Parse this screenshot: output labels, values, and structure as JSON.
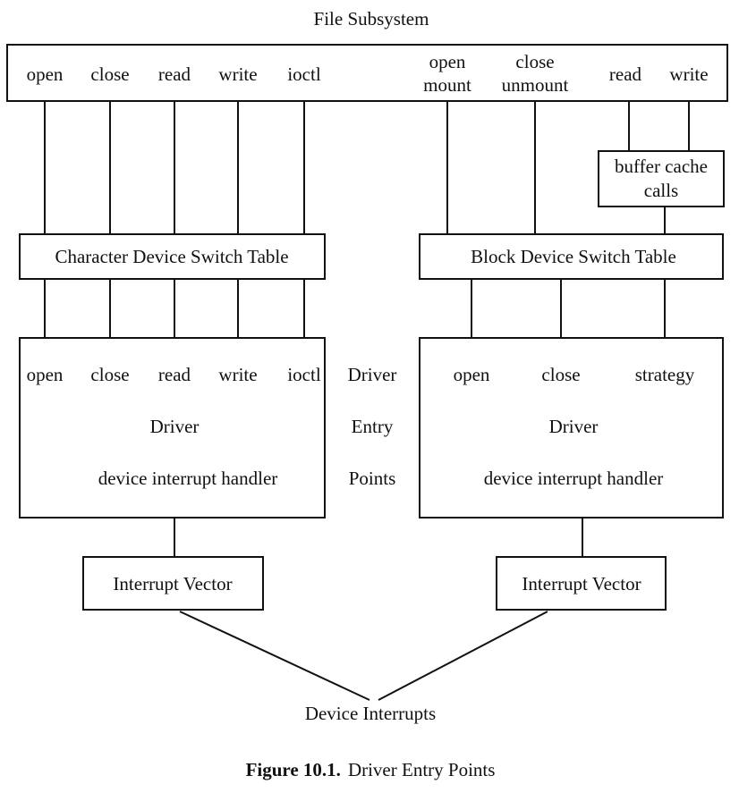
{
  "title": "File Subsystem",
  "file_subsystem": {
    "character_calls": [
      "open",
      "close",
      "read",
      "write",
      "ioctl"
    ],
    "block_calls": {
      "open_mount": [
        "open",
        "mount"
      ],
      "close_unmount": [
        "close",
        "unmount"
      ],
      "read": "read",
      "write": "write"
    }
  },
  "buffer_cache": {
    "line1": "buffer cache",
    "line2": "calls"
  },
  "char_switch_table": "Character Device Switch Table",
  "block_switch_table": "Block Device Switch Table",
  "char_driver": {
    "entries": [
      "open",
      "close",
      "read",
      "write",
      "ioctl"
    ],
    "name": "Driver",
    "handler": "device interrupt handler"
  },
  "block_driver": {
    "entries": [
      "open",
      "close",
      "strategy"
    ],
    "name": "Driver",
    "handler": "device interrupt handler"
  },
  "middle_label": [
    "Driver",
    "Entry",
    "Points"
  ],
  "interrupt_vector_left": "Interrupt Vector",
  "interrupt_vector_right": "Interrupt Vector",
  "device_interrupts": "Device Interrupts",
  "caption": {
    "number": "Figure 10.1.",
    "text": "Driver Entry Points"
  }
}
